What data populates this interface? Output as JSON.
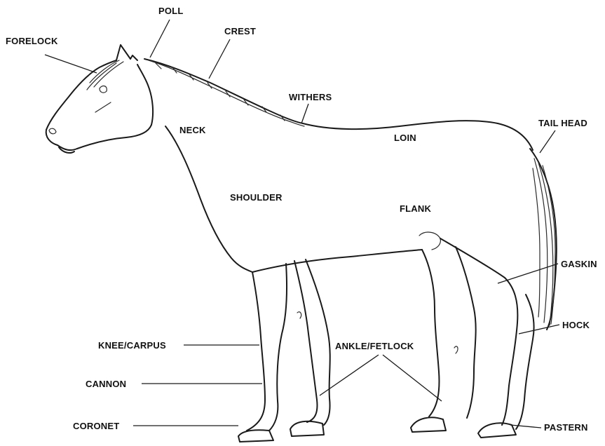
{
  "labels": {
    "poll": "POLL",
    "forelock": "FORELOCK",
    "crest": "CREST",
    "withers": "WITHERS",
    "tail_head": "TAIL HEAD",
    "neck": "NECK",
    "loin": "LOIN",
    "shoulder": "SHOULDER",
    "flank": "FLANK",
    "gaskin": "GASKIN",
    "hock": "HOCK",
    "knee_carpus": "KNEE/CARPUS",
    "ankle_fetlock": "ANKLE/FETLOCK",
    "cannon": "CANNON",
    "coronet": "CORONET",
    "pastern": "PASTERN"
  }
}
